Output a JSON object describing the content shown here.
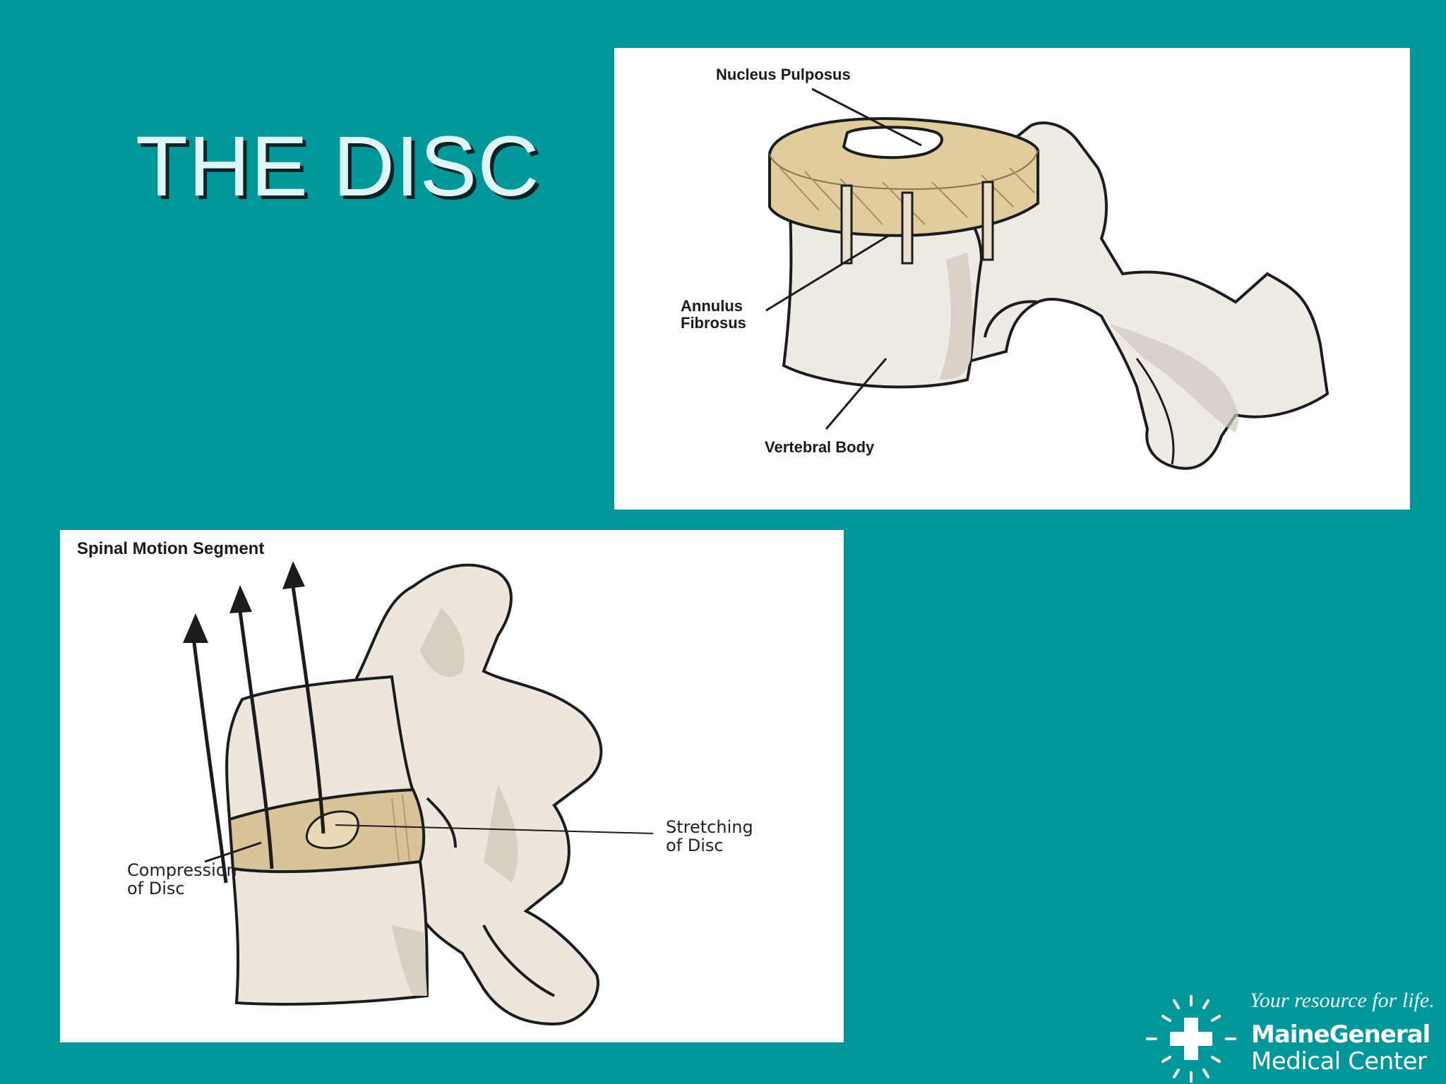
{
  "slide": {
    "title": "THE DISC"
  },
  "figure_disc": {
    "labels": {
      "nucleus": "Nucleus Pulposus",
      "annulus_line1": "Annulus",
      "annulus_line2": "Fibrosus",
      "vertebral_body": "Vertebral Body"
    }
  },
  "figure_segment": {
    "title": "Spinal Motion Segment",
    "labels": {
      "compression_line1": "Compression",
      "compression_line2": "of Disc",
      "stretching_line1": "Stretching",
      "stretching_line2": "of Disc"
    }
  },
  "logo": {
    "tagline": "Your resource for life.",
    "name": "MaineGeneral",
    "subname": "Medical Center"
  },
  "colors": {
    "background": "#00979a",
    "title_text": "#dff6f7",
    "bone": "#efeae4",
    "disc": "#d9c79c"
  }
}
